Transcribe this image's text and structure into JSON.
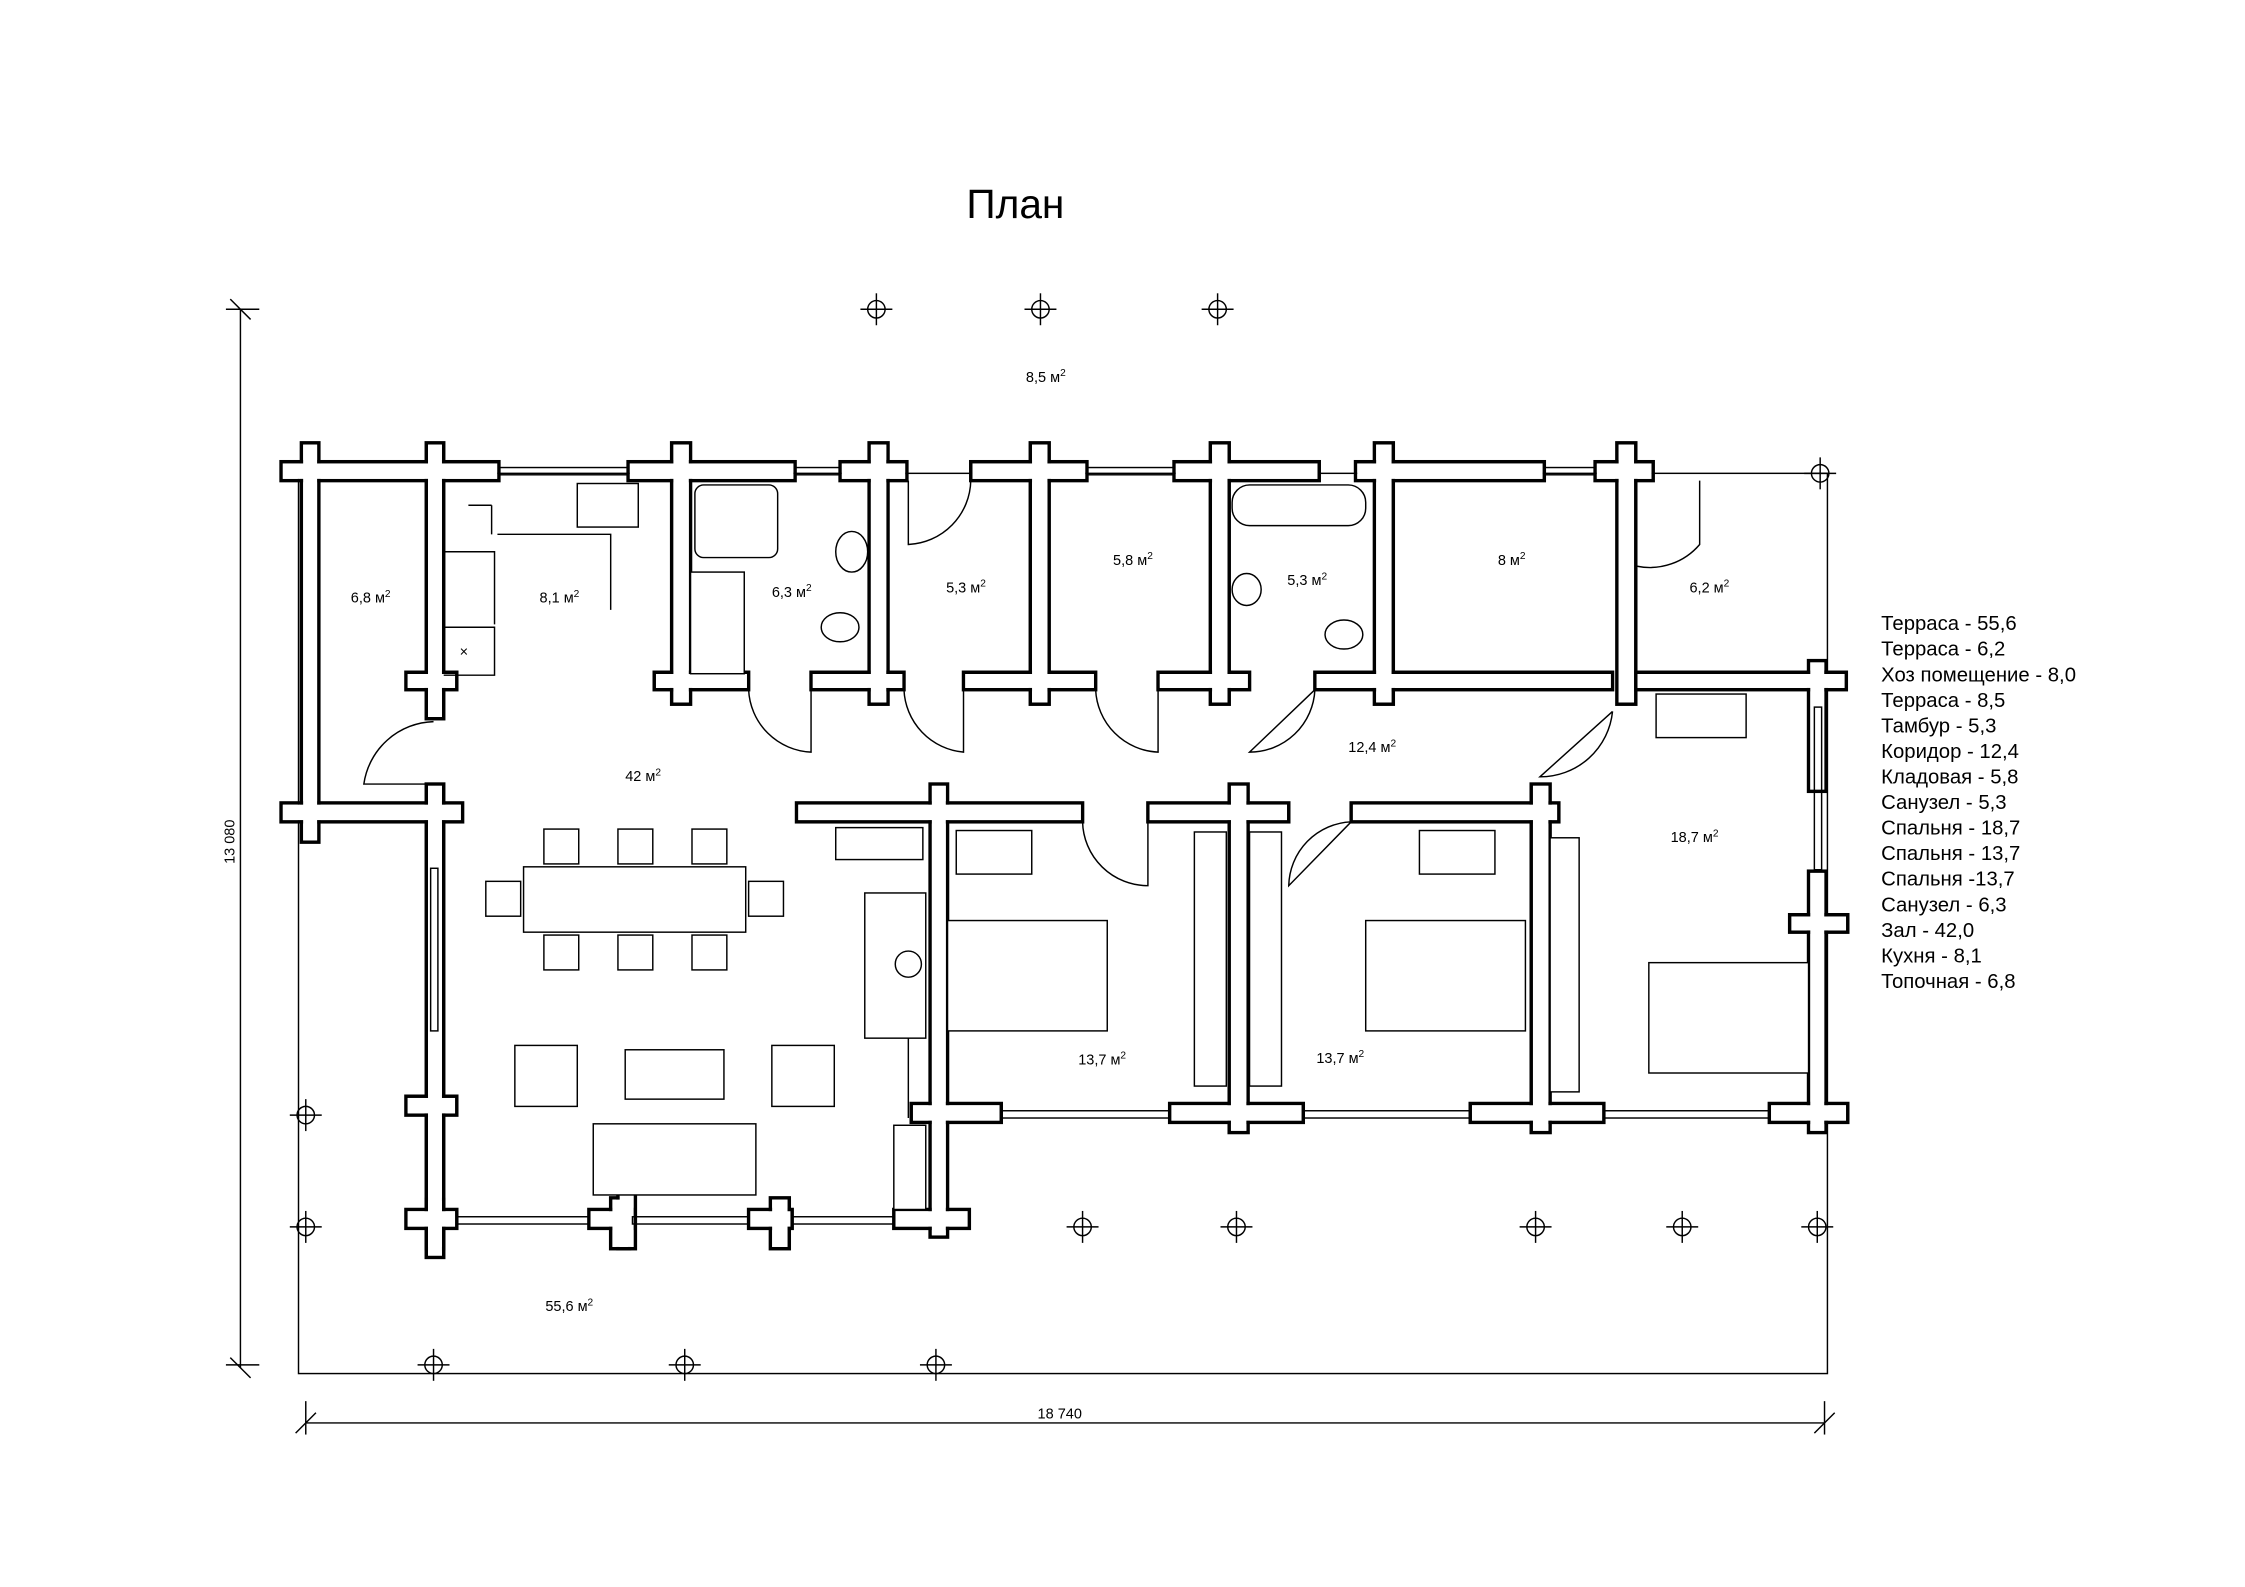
{
  "title": "План",
  "dimensions": {
    "height_label": "13 080",
    "width_label": "18 740"
  },
  "area_unit": "м",
  "area_sup": "2",
  "rooms": [
    {
      "area": "8,5"
    },
    {
      "area": "6,8"
    },
    {
      "area": "8,1"
    },
    {
      "area": "6,3"
    },
    {
      "area": "5,3"
    },
    {
      "area": "5,8"
    },
    {
      "area": "5,3"
    },
    {
      "area": "8"
    },
    {
      "area": "6,2"
    },
    {
      "area": "12,4"
    },
    {
      "area": "42"
    },
    {
      "area": "18,7"
    },
    {
      "area": "13,7"
    },
    {
      "area": "13,7"
    },
    {
      "area": "55,6"
    }
  ],
  "legend": [
    "Терраса - 55,6",
    "Терраса - 6,2",
    "Хоз помещение - 8,0",
    "Терраса - 8,5",
    "Тамбур - 5,3",
    "Коридор - 12,4",
    "Кладовая - 5,8",
    "Санузел - 5,3",
    "Спальня - 18,7",
    "Спальня - 13,7",
    "Спальня  -13,7",
    "Санузел - 6,3",
    "Зал - 42,0",
    "Кухня - 8,1",
    "Топочная - 6,8"
  ]
}
